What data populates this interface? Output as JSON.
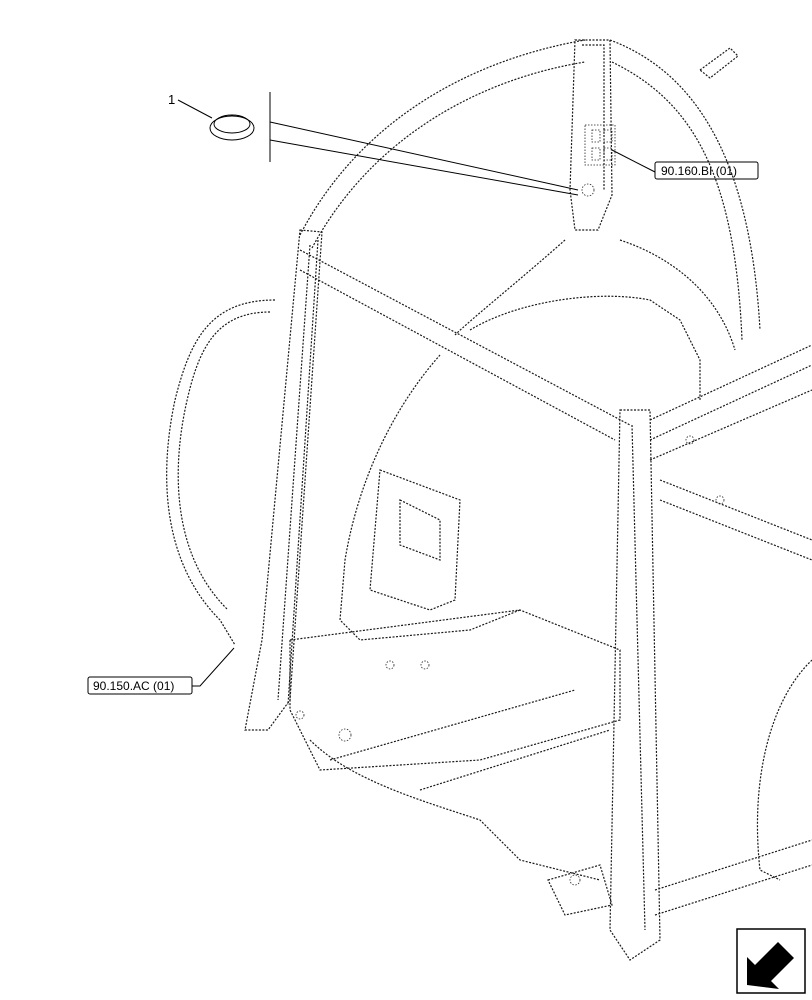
{
  "diagram": {
    "callouts": [
      {
        "id": "1",
        "label": "1"
      }
    ],
    "references": [
      {
        "id": "ref-roof",
        "label": "90.160.BI (01)"
      },
      {
        "id": "ref-floor",
        "label": "90.150.AC (01)"
      }
    ],
    "nav_icon": "next-page-arrow-icon"
  }
}
